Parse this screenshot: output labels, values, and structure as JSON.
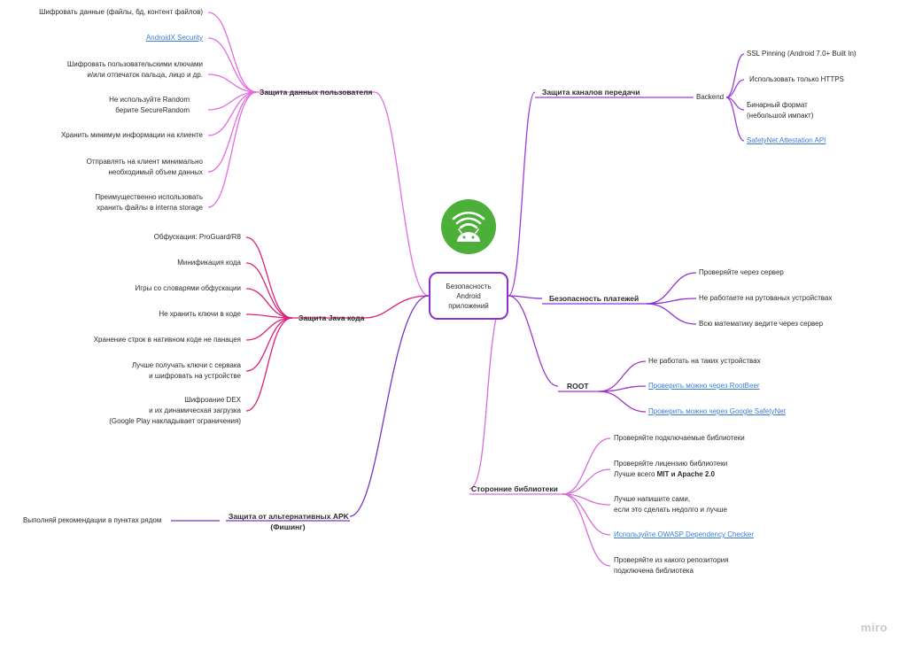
{
  "center": {
    "line1": "Безопасность",
    "line2": "Android",
    "line3": "приложений"
  },
  "colors": {
    "user": "#e36be3",
    "net": "#9a3ed8",
    "java": "#dd1f7a",
    "apk": "#7b32c7",
    "pay": "#8d30d1",
    "root": "#a033c8",
    "libs": "#d66ed9",
    "logo": "#4caf3a"
  },
  "branches": {
    "user": {
      "title": "Защита данных пользователя",
      "items": [
        {
          "text": "Шифровать данные (файлы, бд, контент файлов)"
        },
        {
          "text": "AndroidX Security",
          "link": true
        },
        {
          "text": "Шифровать пользовательскими ключами",
          "text2": "и/или отпечаток пальца, лицо и др."
        },
        {
          "text": "Не используйте Random",
          "text2": "берите SecureRandom"
        },
        {
          "text": "Хранить минимум информации на клиенте"
        },
        {
          "text": "Отправлять на клиент минимально",
          "text2": "необходимый объем данных"
        },
        {
          "text": "Преимущественно использовать",
          "text2": "хранить файлы в interna storage"
        }
      ]
    },
    "java": {
      "title": "Защита Java кода",
      "items": [
        {
          "text": "Обфускация: ProGuard/R8"
        },
        {
          "text": "Минификация кода"
        },
        {
          "text": "Игры со словарями обфускации"
        },
        {
          "text": "Не хранить ключи в коде"
        },
        {
          "text": "Хранение строк в нативном коде не панацея"
        },
        {
          "text": "Лучше получать ключи с сервака",
          "text2": "и шифровать на устройстве"
        },
        {
          "text": "Шифроание DEX",
          "text2": "и их динамическая загрузка",
          "text3": "(Google Play накладывает ограничения)"
        }
      ]
    },
    "apk": {
      "title": "Защита от альтернативных APK",
      "title2": "(Фишинг)",
      "items": [
        {
          "text": "Выполняй рекомендации в пунктах рядом"
        }
      ]
    },
    "net": {
      "title": "Защита каналов передачи",
      "sub": "Backend",
      "items": [
        {
          "text": "SSL Pinning (Android 7.0+ Built In)"
        },
        {
          "text": "Использовать только HTTPS"
        },
        {
          "text": "Бинарный формат",
          "text2": "(небольшой импакт)"
        },
        {
          "text": "SafetyNet Attestation API",
          "link": true
        }
      ]
    },
    "pay": {
      "title": "Безопасность платежей",
      "items": [
        {
          "text": "Проверяйте через сервер"
        },
        {
          "text": "Не работаете на рутованых устройствах"
        },
        {
          "text": "Всю математику ведите через сервер"
        }
      ]
    },
    "root": {
      "title": "ROOT",
      "items": [
        {
          "text": "Не работать на таких устройствах"
        },
        {
          "text": "Проверить можно через RootBeer",
          "link": true
        },
        {
          "text": "Проверить можно через Google SafetyNet",
          "link": true
        }
      ]
    },
    "libs": {
      "title": "Сторонние библиотеки",
      "items": [
        {
          "text": "Проверяйте подключаемые библиотеки"
        },
        {
          "text": "Проверяйте лицензию библиотеки",
          "text2a": "Лучше всего ",
          "text2b": "MIT и Apache 2.0"
        },
        {
          "text": "Лучше напишите сами,",
          "text2": "если это сделать недолго и лучше"
        },
        {
          "text": "Используйте OWASP Dependency Checker",
          "link": true
        },
        {
          "text": "Проверяйте из какого репозитория",
          "text2": "подключена библиотека"
        }
      ]
    }
  },
  "watermark": "miro"
}
